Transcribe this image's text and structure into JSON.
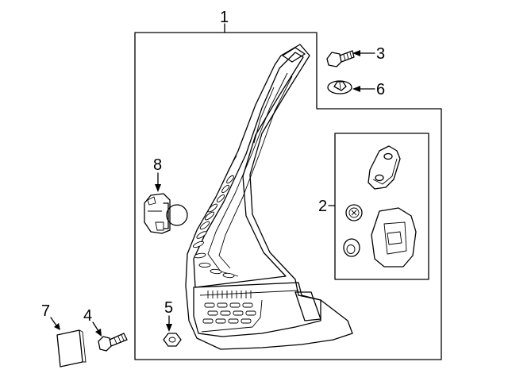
{
  "callouts": {
    "part1": "1",
    "part2": "2",
    "part3": "3",
    "part4": "4",
    "part5": "5",
    "part6": "6",
    "part7": "7",
    "part8": "8"
  }
}
